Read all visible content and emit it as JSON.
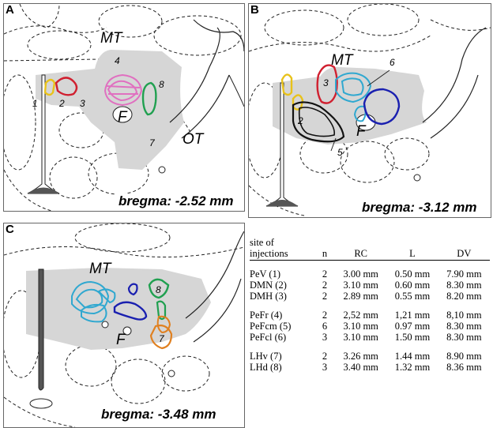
{
  "panels": {
    "a": {
      "label": "A",
      "bregma": "bregma: -2.52 mm",
      "regions": {
        "mt": "MT",
        "f": "F",
        "ot": "OT",
        "r1": "1",
        "r2": "2",
        "r3": "3",
        "r4": "4",
        "r7": "7",
        "r8": "8"
      }
    },
    "b": {
      "label": "B",
      "bregma": "bregma: -3.12 mm",
      "regions": {
        "mt": "MT",
        "f": "F",
        "r2": "2",
        "r3": "3",
        "r5": "5",
        "r6": "6"
      }
    },
    "c": {
      "label": "C",
      "bregma": "bregma: -3.48 mm",
      "regions": {
        "mt": "MT",
        "f": "F",
        "r7": "7",
        "r8": "8"
      }
    }
  },
  "colors": {
    "yellow": "#e8c21a",
    "red": "#d02030",
    "pink": "#e070c0",
    "green": "#20a050",
    "cyan": "#30a8d0",
    "blue": "#1a20b0",
    "black": "#111111",
    "orange": "#e08020",
    "gray": "#d6d6d6"
  },
  "table": {
    "header": {
      "site": "site of injections",
      "site_l1": "site of",
      "site_l2": "injections",
      "n": "n",
      "rc": "RC",
      "l": "L",
      "dv": "DV"
    },
    "groups": [
      [
        {
          "site": "PeV (1)",
          "n": "2",
          "rc": "3.00 mm",
          "l": "0.50 mm",
          "dv": "7.90 mm"
        },
        {
          "site": "DMN (2)",
          "n": "2",
          "rc": "3.10 mm",
          "l": "0.60 mm",
          "dv": "8.30 mm"
        },
        {
          "site": "DMH (3)",
          "n": "2",
          "rc": "2.89 mm",
          "l": "0.55 mm",
          "dv": "8.20 mm"
        }
      ],
      [
        {
          "site": "PeFr (4)",
          "n": "2",
          "rc": "2,52 mm",
          "l": "1,21 mm",
          "dv": "8,10 mm"
        },
        {
          "site": "PeFcm (5)",
          "n": "6",
          "rc": "3.10 mm",
          "l": "0.97 mm",
          "dv": "8.30 mm"
        },
        {
          "site": "PeFcl (6)",
          "n": "3",
          "rc": "3.10 mm",
          "l": "1.50 mm",
          "dv": "8.30 mm"
        }
      ],
      [
        {
          "site": "LHv (7)",
          "n": "2",
          "rc": "3.26 mm",
          "l": "1.44 mm",
          "dv": "8.90 mm"
        },
        {
          "site": "LHd (8)",
          "n": "3",
          "rc": "3.40 mm",
          "l": "1.32 mm",
          "dv": "8.36 mm"
        }
      ]
    ]
  }
}
